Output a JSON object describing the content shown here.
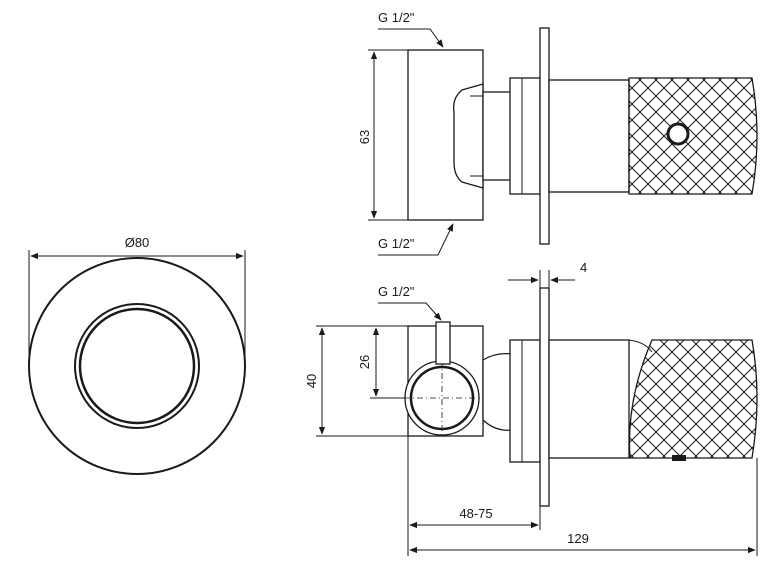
{
  "labels": {
    "diameter": "Ø80",
    "thread_top_upper": "G 1/2\"",
    "thread_top_lower": "G 1/2\"",
    "thread_bottom": "G 1/2\"",
    "height_63": "63",
    "plate_4": "4",
    "height_40": "40",
    "height_26": "26",
    "depth_range": "48-75",
    "length_129": "129"
  },
  "colors": {
    "line": "#1a1a1a",
    "background": "#ffffff"
  }
}
